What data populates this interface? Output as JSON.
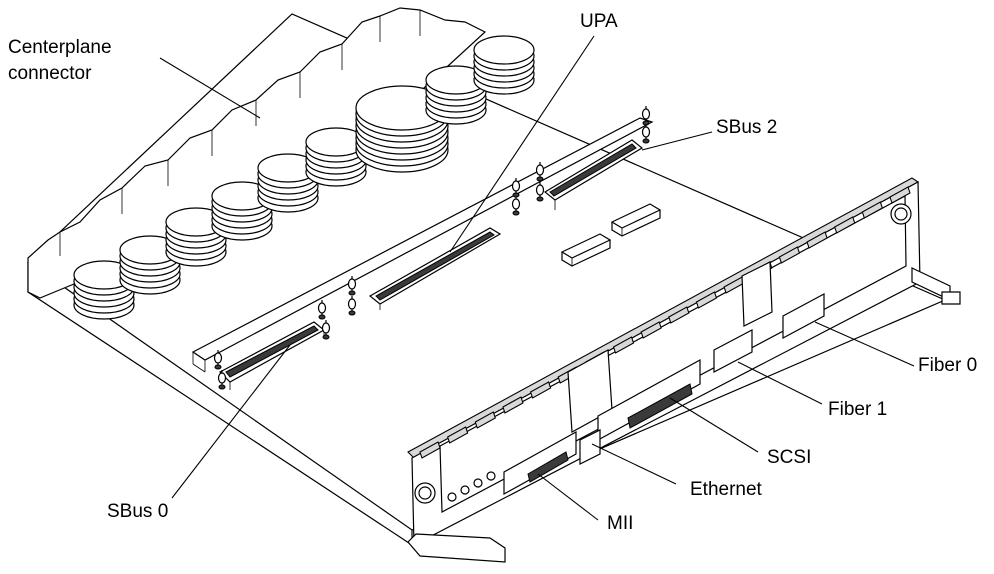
{
  "labels": {
    "centerplane": [
      "Centerplane",
      "connector"
    ],
    "upa": "UPA",
    "sbus2": "SBus 2",
    "sbus0": "SBus 0",
    "fiber0": "Fiber 0",
    "fiber1": "Fiber 1",
    "scsi": "SCSI",
    "ethernet": "Ethernet",
    "mii": "MII"
  }
}
